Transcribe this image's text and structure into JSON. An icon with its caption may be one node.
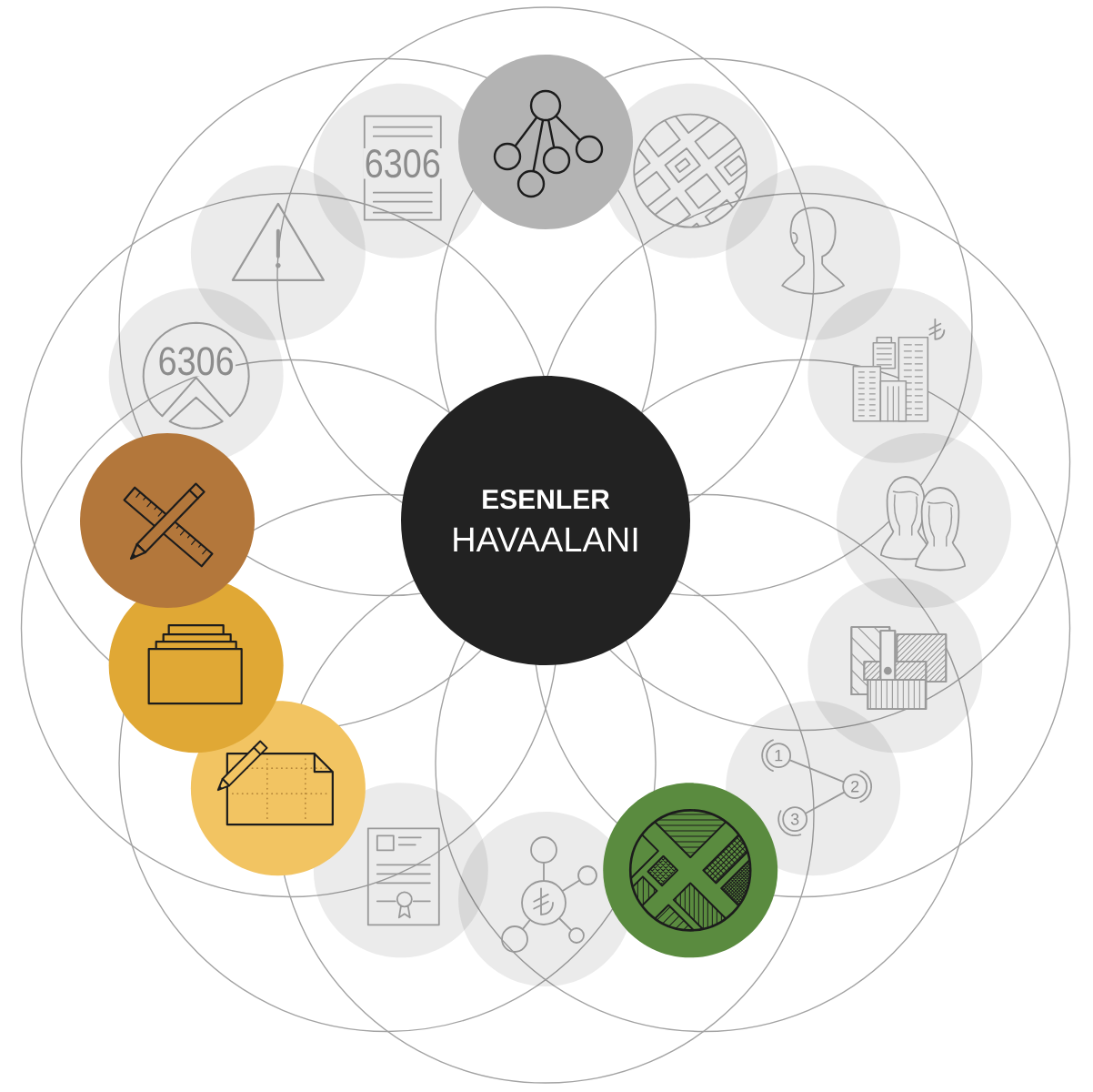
{
  "diagram": {
    "nodes": [
      {
        "text": [
          "ESENLER",
          "HAVAALANI"
        ]
      },
      {
        "text": [],
        "shape": "circle"
      },
      {
        "text": [],
        "shape": "circle"
      },
      {
        "text": [],
        "shape": "circle"
      },
      {
        "text": [],
        "shape": "circle"
      },
      {
        "text": [],
        "shape": "circle"
      },
      {
        "text": [],
        "shape": "circle"
      },
      {
        "text": [
          "1",
          "2",
          "3"
        ]
      },
      {
        "text": [],
        "shape": "circle"
      },
      {
        "text": [],
        "shape": "circle"
      },
      {
        "text": [],
        "shape": "circle"
      },
      {
        "text": [],
        "shape": "circle"
      },
      {
        "text": [],
        "shape": "circle"
      },
      {
        "text": [],
        "shape": "circle"
      },
      {
        "text": [
          "6306"
        ]
      },
      {
        "text": [],
        "shape": "circle"
      },
      {
        "text": [
          "6306"
        ]
      }
    ]
  }
}
